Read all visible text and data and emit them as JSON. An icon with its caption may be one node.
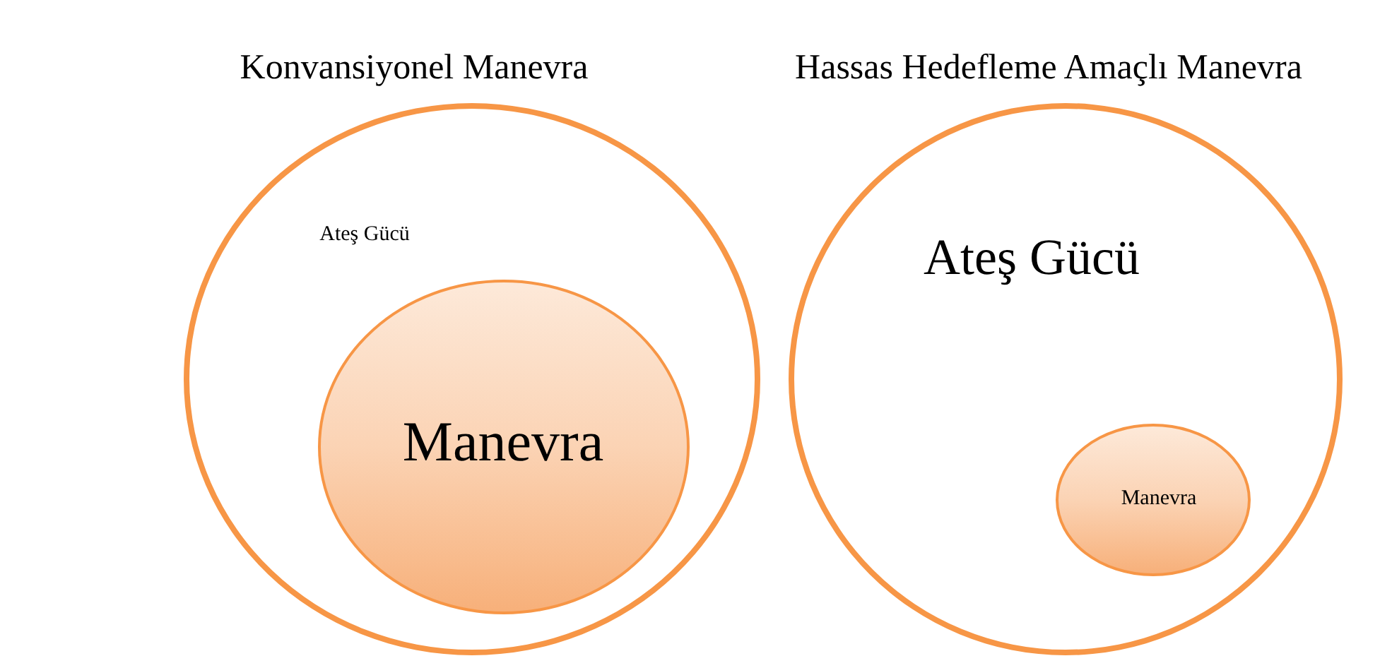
{
  "diagram": {
    "nodes": [
      {
        "text": [
          "Konvansiyonel Manevra",
          "Ateş Gücü"
        ]
      },
      {
        "text": [
          "Manevra"
        ],
        "in": 0
      },
      {
        "text": [
          "Hassas Hedefleme Amaçlı Manevra",
          "Ateş Gücü"
        ]
      },
      {
        "text": [
          "Manevra"
        ],
        "in": 2
      }
    ],
    "edges": []
  }
}
